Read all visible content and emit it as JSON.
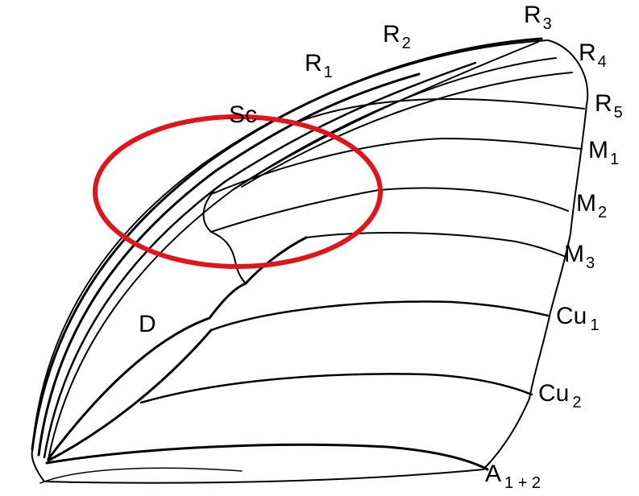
{
  "labels": {
    "sc": "Sc",
    "r1": {
      "base": "R",
      "sub": "1"
    },
    "r2": {
      "base": "R",
      "sub": "2"
    },
    "r3": {
      "base": "R",
      "sub": "3"
    },
    "r4": {
      "base": "R",
      "sub": "4"
    },
    "r5": {
      "base": "R",
      "sub": "5"
    },
    "m1": {
      "base": "M",
      "sub": "1"
    },
    "m2": {
      "base": "M",
      "sub": "2"
    },
    "m3": {
      "base": "M",
      "sub": "3"
    },
    "cu1": {
      "base": "Cu",
      "sub": "1"
    },
    "cu2": {
      "base": "Cu",
      "sub": "2"
    },
    "a12": {
      "base": "A",
      "sub": "1 + 2"
    },
    "d": "D"
  },
  "colors": {
    "ink": "#000000",
    "highlight": "#e0141b",
    "background": "#ffffff"
  }
}
